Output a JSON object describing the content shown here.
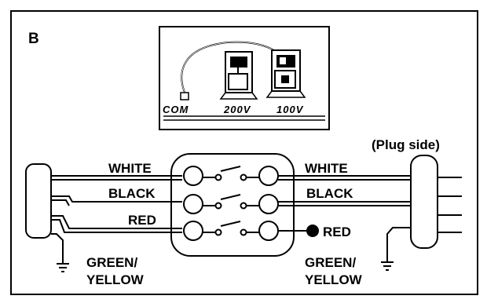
{
  "panel_letter": "B",
  "photo_labels": {
    "com": "COM",
    "v200": "200V",
    "v100": "100V"
  },
  "plug_side_label": "(Plug side)",
  "left_wires": {
    "white": "WHITE",
    "black": "BLACK",
    "red": "RED"
  },
  "right_wires": {
    "white": "WHITE",
    "black": "BLACK",
    "red": "RED"
  },
  "ground_left": {
    "line1": "GREEN/",
    "line2": "YELLOW"
  },
  "ground_right": {
    "line1": "GREEN/",
    "line2": "YELLOW"
  },
  "colors": {
    "line": "#000000",
    "background": "#ffffff"
  }
}
